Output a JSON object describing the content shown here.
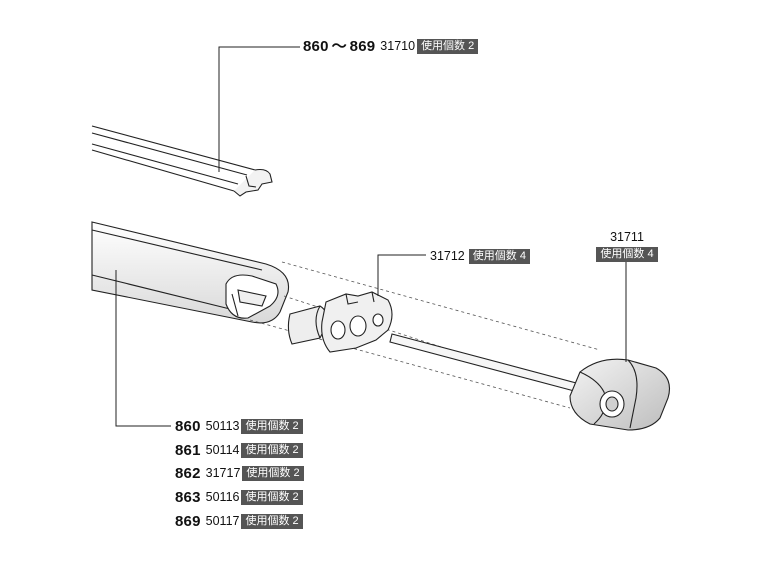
{
  "top_label": {
    "model_from": "860",
    "tilde": "～",
    "model_to": "869",
    "part": "31710",
    "qty": "使用個数 2"
  },
  "bracket_label": {
    "part": "31712",
    "qty": "使用個数 4"
  },
  "endcap_label": {
    "part": "31711",
    "qty": "使用個数 4"
  },
  "bar_rows": [
    {
      "model": "860",
      "part": "50113",
      "qty": "使用個数 2"
    },
    {
      "model": "861",
      "part": "50114",
      "qty": "使用個数 2"
    },
    {
      "model": "862",
      "part": "31717",
      "qty": "使用個数 2"
    },
    {
      "model": "863",
      "part": "50116",
      "qty": "使用個数 2"
    },
    {
      "model": "869",
      "part": "50117",
      "qty": "使用個数 2"
    }
  ],
  "colors": {
    "line": "#222222",
    "label_bg": "#555555",
    "part_fill": "#e8e8e8"
  }
}
